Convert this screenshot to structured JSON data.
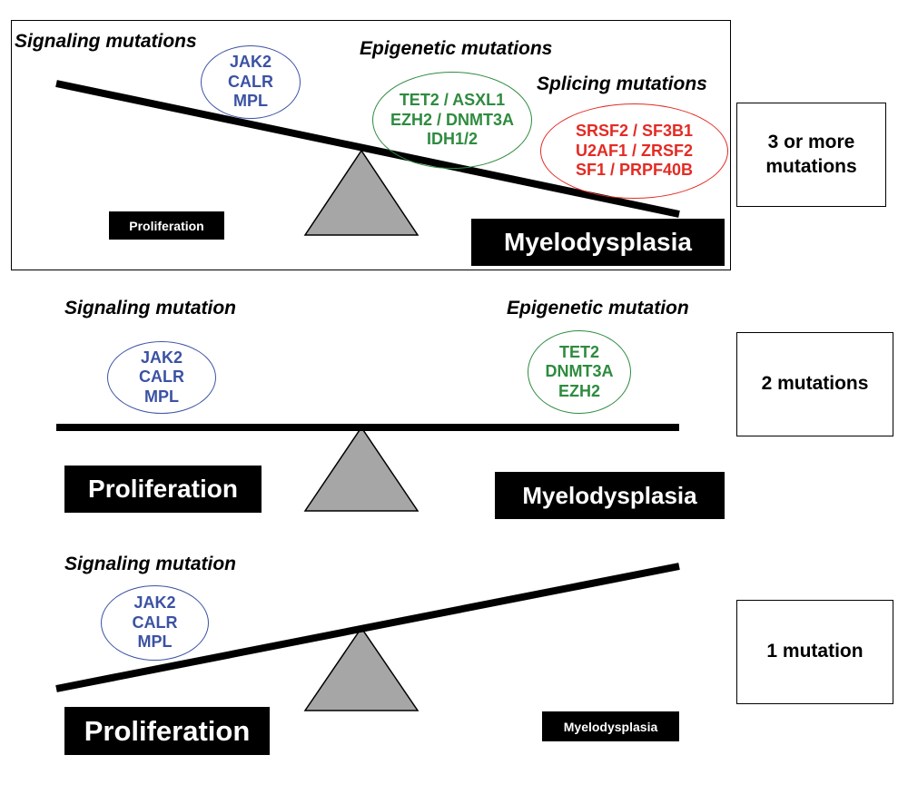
{
  "panels": [
    {
      "side_label": "3 or more mutations",
      "groups": {
        "signaling": {
          "heading": "Signaling mutations",
          "lines": [
            "JAK2",
            "CALR",
            "MPL"
          ]
        },
        "epigenetic": {
          "heading": "Epigenetic mutations",
          "lines": [
            "TET2  / ASXL1",
            "EZH2 / DNMT3A",
            "IDH1/2"
          ]
        },
        "splicing": {
          "heading": "Splicing mutations",
          "lines": [
            "SRSF2  / SF3B1",
            "U2AF1 / ZRSF2",
            "SF1 / PRPF40B"
          ]
        }
      },
      "left_label": "Proliferation",
      "right_label": "Myelodysplasia"
    },
    {
      "side_label": "2 mutations",
      "groups": {
        "signaling": {
          "heading": "Signaling mutation",
          "lines": [
            "JAK2",
            "CALR",
            "MPL"
          ]
        },
        "epigenetic": {
          "heading": "Epigenetic mutation",
          "lines": [
            "TET2",
            "DNMT3A",
            "EZH2"
          ]
        }
      },
      "left_label": "Proliferation",
      "right_label": "Myelodysplasia"
    },
    {
      "side_label": "1 mutation",
      "groups": {
        "signaling": {
          "heading": "Signaling mutation",
          "lines": [
            "JAK2",
            "CALR",
            "MPL"
          ]
        }
      },
      "left_label": "Proliferation",
      "right_label": "Myelodysplasia"
    }
  ],
  "colors": {
    "signaling": "#3b52a3",
    "epigenetic": "#2e8b3f",
    "splicing": "#e32b24",
    "fulcrum": "#a6a6a6",
    "beam": "#000000",
    "label_box": "#000000"
  }
}
